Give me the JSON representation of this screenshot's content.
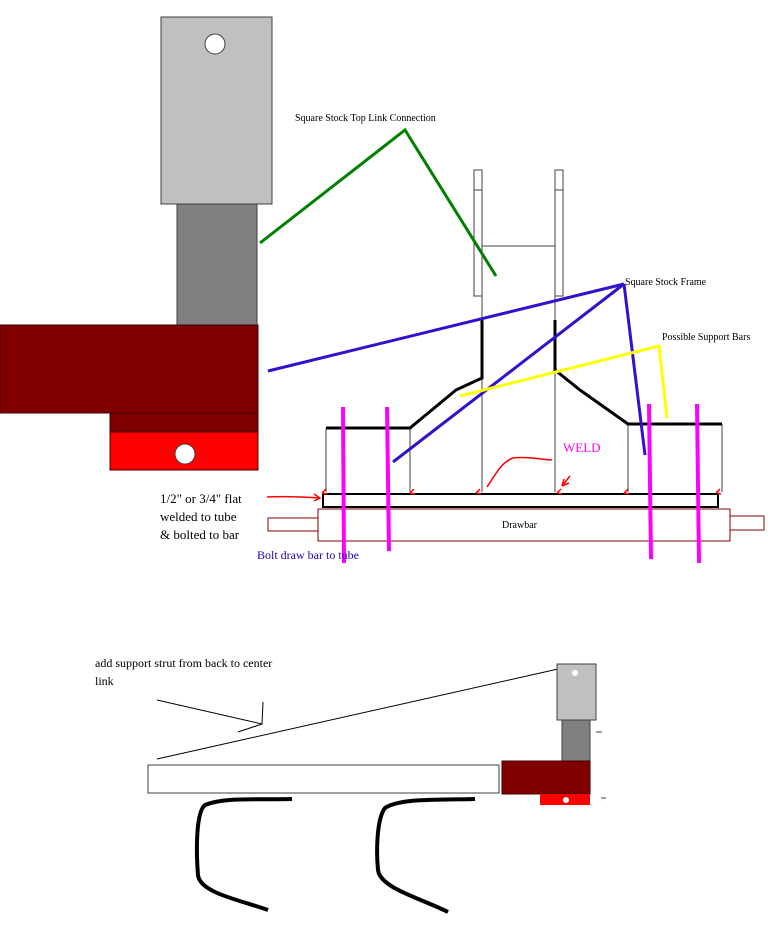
{
  "labels": {
    "top_link": "Square Stock Top Link Connection",
    "frame": "Square Stock Frame",
    "support_bars": "Possible Support Bars",
    "weld": "WELD",
    "flat_line1": "1/2\" or 3/4\" flat",
    "flat_line2": "welded to tube",
    "flat_line3": "& bolted to bar",
    "drawbar": "Drawbar",
    "bolt": "Bolt draw bar to tube",
    "strut_line1": "add support strut from back to center",
    "strut_line2": "link"
  },
  "colors": {
    "grey_light": "#c0c0c0",
    "grey_dark": "#808080",
    "maroon": "#800000",
    "red": "#ff0000",
    "green": "#008000",
    "blue": "#3311cc",
    "yellow": "#ffff00",
    "magenta": "#ff00ff",
    "black": "#000000"
  }
}
